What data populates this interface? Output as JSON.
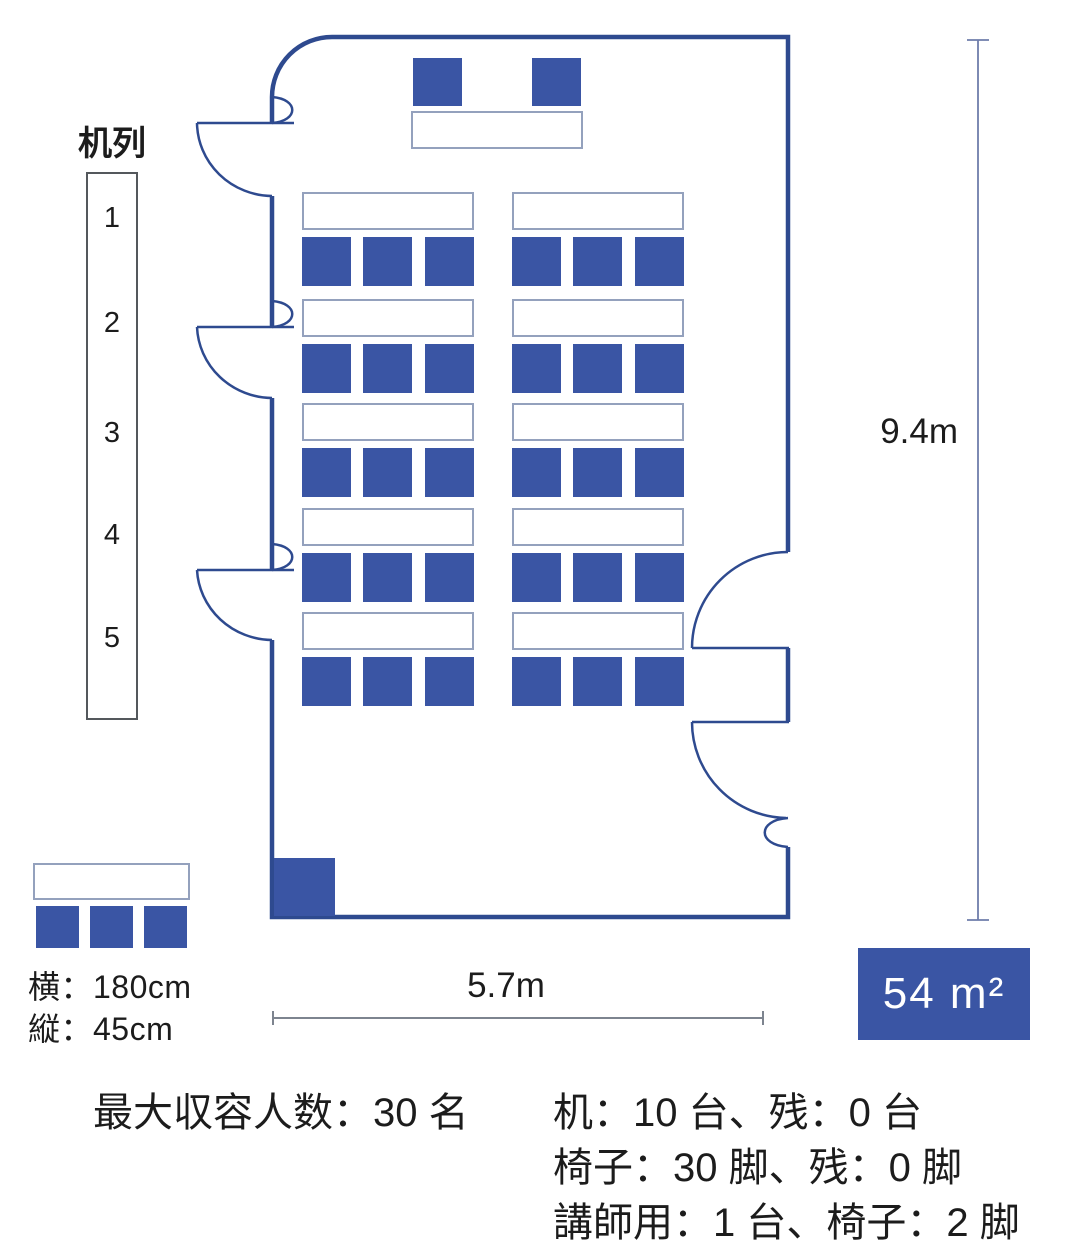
{
  "plan": {
    "desk_rows_label": "机列",
    "row_numbers": [
      "1",
      "2",
      "3",
      "4",
      "5"
    ],
    "layout": {
      "desk_rows": 5,
      "desk_groups_per_row": 2,
      "chairs_per_desk": 3,
      "lecturer_desks": 1,
      "lecturer_chairs": 2,
      "left_wall_doors": 3,
      "right_wall_doors": 2
    },
    "dimensions": {
      "width_label": "5.7m",
      "height_label": "9.4m",
      "area_label": "54 m²"
    }
  },
  "legend": {
    "desk_width_label": "横：180cm",
    "desk_depth_label": "縦：45cm"
  },
  "summary": {
    "capacity": "最大収容人数：30 名",
    "lines": [
      "机：10 台、残：0 台",
      "椅子：30 脚、残：0 脚",
      "講師用：1 台、椅子：2 脚"
    ]
  },
  "colors": {
    "furniture_blue": "#3a55a4",
    "wall_blue": "#2e4a8f",
    "desk_outline": "#94a1bd",
    "area_box_blue": "#3a55a4",
    "dimension_gray": "#7d848f"
  }
}
